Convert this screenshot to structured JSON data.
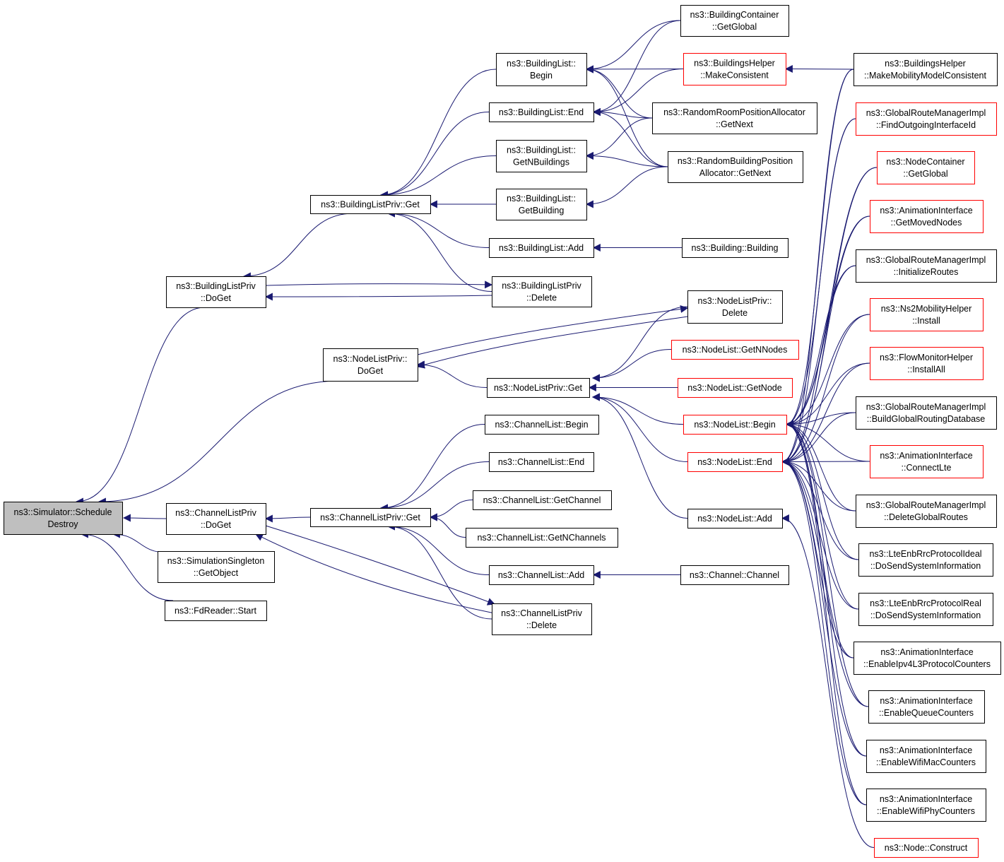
{
  "diagram": {
    "nodes": [
      {
        "id": "root",
        "lines": [
          "ns3::Simulator::Schedule",
          "Destroy"
        ],
        "root": true
      },
      {
        "id": "blpDoGet",
        "lines": [
          "ns3::BuildingListPriv",
          "::DoGet"
        ]
      },
      {
        "id": "nlpDoGet",
        "lines": [
          "ns3::NodeListPriv::",
          "DoGet"
        ]
      },
      {
        "id": "clpDoGet",
        "lines": [
          "ns3::ChannelListPriv",
          "::DoGet"
        ]
      },
      {
        "id": "ssGetObj",
        "lines": [
          "ns3::SimulationSingleton",
          "::GetObject"
        ]
      },
      {
        "id": "fdStart",
        "lines": [
          "ns3::FdReader::Start"
        ]
      },
      {
        "id": "blpGet",
        "lines": [
          "ns3::BuildingListPriv::Get"
        ]
      },
      {
        "id": "blpDelete",
        "lines": [
          "ns3::BuildingListPriv",
          "::Delete"
        ]
      },
      {
        "id": "nlpGet",
        "lines": [
          "ns3::NodeListPriv::Get"
        ]
      },
      {
        "id": "clpGet",
        "lines": [
          "ns3::ChannelListPriv::Get"
        ]
      },
      {
        "id": "clpDelete",
        "lines": [
          "ns3::ChannelListPriv",
          "::Delete"
        ]
      },
      {
        "id": "blBegin",
        "lines": [
          "ns3::BuildingList::",
          "Begin"
        ]
      },
      {
        "id": "blEnd",
        "lines": [
          "ns3::BuildingList::End"
        ]
      },
      {
        "id": "blGetN",
        "lines": [
          "ns3::BuildingList::",
          "GetNBuildings"
        ]
      },
      {
        "id": "blGetB",
        "lines": [
          "ns3::BuildingList::",
          "GetBuilding"
        ]
      },
      {
        "id": "blAdd",
        "lines": [
          "ns3::BuildingList::Add"
        ]
      },
      {
        "id": "clBegin",
        "lines": [
          "ns3::ChannelList::Begin"
        ]
      },
      {
        "id": "clEnd",
        "lines": [
          "ns3::ChannelList::End"
        ]
      },
      {
        "id": "clGetCh",
        "lines": [
          "ns3::ChannelList::GetChannel"
        ]
      },
      {
        "id": "clGetN",
        "lines": [
          "ns3::ChannelList::GetNChannels"
        ]
      },
      {
        "id": "clAdd",
        "lines": [
          "ns3::ChannelList::Add"
        ]
      },
      {
        "id": "bcGetGlobal",
        "lines": [
          "ns3::BuildingContainer",
          "::GetGlobal"
        ]
      },
      {
        "id": "bhMakeCons",
        "lines": [
          "ns3::BuildingsHelper",
          "::MakeConsistent"
        ],
        "red": true
      },
      {
        "id": "rrpaGetNext",
        "lines": [
          "ns3::RandomRoomPositionAllocator",
          "::GetNext"
        ]
      },
      {
        "id": "rbpaGetNext",
        "lines": [
          "ns3::RandomBuildingPosition",
          "Allocator::GetNext"
        ]
      },
      {
        "id": "buildingCtor",
        "lines": [
          "ns3::Building::Building"
        ]
      },
      {
        "id": "nlpDelete",
        "lines": [
          "ns3::NodeListPriv::",
          "Delete"
        ]
      },
      {
        "id": "nlGetNN",
        "lines": [
          "ns3::NodeList::GetNNodes"
        ],
        "red": true
      },
      {
        "id": "nlGetNode",
        "lines": [
          "ns3::NodeList::GetNode"
        ],
        "red": true
      },
      {
        "id": "nlBegin",
        "lines": [
          "ns3::NodeList::Begin"
        ],
        "red": true
      },
      {
        "id": "nlEnd",
        "lines": [
          "ns3::NodeList::End"
        ],
        "red": true
      },
      {
        "id": "nlAdd",
        "lines": [
          "ns3::NodeList::Add"
        ]
      },
      {
        "id": "channelCtor",
        "lines": [
          "ns3::Channel::Channel"
        ]
      },
      {
        "id": "bhMakeMob",
        "lines": [
          "ns3::BuildingsHelper",
          "::MakeMobilityModelConsistent"
        ]
      },
      {
        "id": "grmFindOut",
        "lines": [
          "ns3::GlobalRouteManagerImpl",
          "::FindOutgoingInterfaceId"
        ],
        "red": true
      },
      {
        "id": "ncGetGlobal",
        "lines": [
          "ns3::NodeContainer",
          "::GetGlobal"
        ],
        "red": true
      },
      {
        "id": "aiMoved",
        "lines": [
          "ns3::AnimationInterface",
          "::GetMovedNodes"
        ],
        "red": true
      },
      {
        "id": "grmInit",
        "lines": [
          "ns3::GlobalRouteManagerImpl",
          "::InitializeRoutes"
        ]
      },
      {
        "id": "ns2Install",
        "lines": [
          "ns3::Ns2MobilityHelper",
          "::Install"
        ],
        "red": true
      },
      {
        "id": "fmInstallAll",
        "lines": [
          "ns3::FlowMonitorHelper",
          "::InstallAll"
        ],
        "red": true
      },
      {
        "id": "grmBuild",
        "lines": [
          "ns3::GlobalRouteManagerImpl",
          "::BuildGlobalRoutingDatabase"
        ]
      },
      {
        "id": "aiConnectLte",
        "lines": [
          "ns3::AnimationInterface",
          "::ConnectLte"
        ],
        "red": true
      },
      {
        "id": "grmDelete",
        "lines": [
          "ns3::GlobalRouteManagerImpl",
          "::DeleteGlobalRoutes"
        ]
      },
      {
        "id": "lteIdeal",
        "lines": [
          "ns3::LteEnbRrcProtocolIdeal",
          "::DoSendSystemInformation"
        ]
      },
      {
        "id": "lteReal",
        "lines": [
          "ns3::LteEnbRrcProtocolReal",
          "::DoSendSystemInformation"
        ]
      },
      {
        "id": "aiIpv4",
        "lines": [
          "ns3::AnimationInterface",
          "::EnableIpv4L3ProtocolCounters"
        ]
      },
      {
        "id": "aiQueue",
        "lines": [
          "ns3::AnimationInterface",
          "::EnableQueueCounters"
        ]
      },
      {
        "id": "aiWifiMac",
        "lines": [
          "ns3::AnimationInterface",
          "::EnableWifiMacCounters"
        ]
      },
      {
        "id": "aiWifiPhy",
        "lines": [
          "ns3::AnimationInterface",
          "::EnableWifiPhyCounters"
        ]
      },
      {
        "id": "nodeConstruct",
        "lines": [
          "ns3::Node::Construct"
        ],
        "red": true
      }
    ],
    "edges": [
      [
        "blpDoGet",
        "root"
      ],
      [
        "nlpDoGet",
        "root"
      ],
      [
        "clpDoGet",
        "root"
      ],
      [
        "ssGetObj",
        "root"
      ],
      [
        "fdStart",
        "root"
      ],
      [
        "blpGet",
        "blpDoGet"
      ],
      [
        "blpDelete",
        "blpDoGet"
      ],
      [
        "blpDoGet",
        "blpDelete"
      ],
      [
        "nlpGet",
        "nlpDoGet"
      ],
      [
        "nlpDelete",
        "nlpDoGet"
      ],
      [
        "nlpDoGet",
        "nlpDelete"
      ],
      [
        "clpGet",
        "clpDoGet"
      ],
      [
        "clpDelete",
        "clpDoGet"
      ],
      [
        "clpDoGet",
        "clpDelete"
      ],
      [
        "blBegin",
        "blpGet"
      ],
      [
        "blEnd",
        "blpGet"
      ],
      [
        "blGetN",
        "blpGet"
      ],
      [
        "blGetB",
        "blpGet"
      ],
      [
        "blAdd",
        "blpGet"
      ],
      [
        "blpDelete",
        "blpGet"
      ],
      [
        "bcGetGlobal",
        "blBegin"
      ],
      [
        "bhMakeCons",
        "blBegin"
      ],
      [
        "rrpaGetNext",
        "blBegin"
      ],
      [
        "rbpaGetNext",
        "blBegin"
      ],
      [
        "bcGetGlobal",
        "blEnd"
      ],
      [
        "bhMakeCons",
        "blEnd"
      ],
      [
        "rrpaGetNext",
        "blEnd"
      ],
      [
        "rbpaGetNext",
        "blEnd"
      ],
      [
        "rrpaGetNext",
        "blGetN"
      ],
      [
        "rbpaGetNext",
        "blGetN"
      ],
      [
        "rbpaGetNext",
        "blGetB"
      ],
      [
        "buildingCtor",
        "blAdd"
      ],
      [
        "bhMakeMob",
        "bhMakeCons"
      ],
      [
        "nlpDelete",
        "nlpGet"
      ],
      [
        "nlGetNN",
        "nlpGet"
      ],
      [
        "nlGetNode",
        "nlpGet"
      ],
      [
        "nlBegin",
        "nlpGet"
      ],
      [
        "nlEnd",
        "nlpGet"
      ],
      [
        "nlAdd",
        "nlpGet"
      ],
      [
        "clBegin",
        "clpGet"
      ],
      [
        "clEnd",
        "clpGet"
      ],
      [
        "clGetCh",
        "clpGet"
      ],
      [
        "clGetN",
        "clpGet"
      ],
      [
        "clAdd",
        "clpGet"
      ],
      [
        "clpDelete",
        "clpGet"
      ],
      [
        "channelCtor",
        "clAdd"
      ],
      [
        "nodeConstruct",
        "nlAdd"
      ],
      [
        "bhMakeMob",
        "nlBegin"
      ],
      [
        "grmFindOut",
        "nlBegin"
      ],
      [
        "ncGetGlobal",
        "nlBegin"
      ],
      [
        "aiMoved",
        "nlBegin"
      ],
      [
        "grmInit",
        "nlBegin"
      ],
      [
        "ns2Install",
        "nlBegin"
      ],
      [
        "fmInstallAll",
        "nlBegin"
      ],
      [
        "grmBuild",
        "nlBegin"
      ],
      [
        "aiConnectLte",
        "nlBegin"
      ],
      [
        "grmDelete",
        "nlBegin"
      ],
      [
        "lteIdeal",
        "nlBegin"
      ],
      [
        "lteReal",
        "nlBegin"
      ],
      [
        "aiIpv4",
        "nlBegin"
      ],
      [
        "aiQueue",
        "nlBegin"
      ],
      [
        "aiWifiMac",
        "nlBegin"
      ],
      [
        "aiWifiPhy",
        "nlBegin"
      ],
      [
        "bhMakeMob",
        "nlEnd"
      ],
      [
        "grmFindOut",
        "nlEnd"
      ],
      [
        "ncGetGlobal",
        "nlEnd"
      ],
      [
        "aiMoved",
        "nlEnd"
      ],
      [
        "grmInit",
        "nlEnd"
      ],
      [
        "ns2Install",
        "nlEnd"
      ],
      [
        "fmInstallAll",
        "nlEnd"
      ],
      [
        "grmBuild",
        "nlEnd"
      ],
      [
        "aiConnectLte",
        "nlEnd"
      ],
      [
        "grmDelete",
        "nlEnd"
      ],
      [
        "lteIdeal",
        "nlEnd"
      ],
      [
        "lteReal",
        "nlEnd"
      ],
      [
        "aiIpv4",
        "nlEnd"
      ],
      [
        "aiQueue",
        "nlEnd"
      ],
      [
        "aiWifiMac",
        "nlEnd"
      ],
      [
        "aiWifiPhy",
        "nlEnd"
      ]
    ]
  }
}
